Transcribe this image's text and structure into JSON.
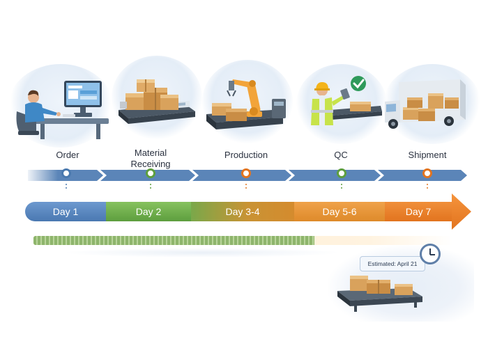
{
  "stages": [
    {
      "id": "order",
      "label": "Order",
      "node_color": "#4a79ae"
    },
    {
      "id": "material-receiving",
      "label": "Material\nReceiving",
      "node_color": "#5d9e3e"
    },
    {
      "id": "production",
      "label": "Production",
      "node_color": "#e2741f"
    },
    {
      "id": "qc",
      "label": "QC",
      "node_color": "#5d9e3e"
    },
    {
      "id": "shipment",
      "label": "Shipment",
      "node_color": "#e2741f"
    }
  ],
  "days": [
    {
      "label": "Day 1"
    },
    {
      "label": "Day 2"
    },
    {
      "label": "Day 3-4"
    },
    {
      "label": "Day 5-6"
    },
    {
      "label": "Day 7"
    }
  ],
  "progress": {
    "fraction": 0.67
  },
  "estimate": {
    "label": "Estimated: April 21"
  },
  "icons": [
    "computer-workstation-icon",
    "boxes-on-scale-icon",
    "robot-arm-icon",
    "inspector-checkmark-icon",
    "delivery-truck-icon",
    "clock-icon",
    "conveyor-boxes-icon"
  ],
  "colors": {
    "blue": "#4a78b1",
    "green": "#5d9e3e",
    "orange": "#e2741f",
    "light_orange": "#de8a2a"
  }
}
